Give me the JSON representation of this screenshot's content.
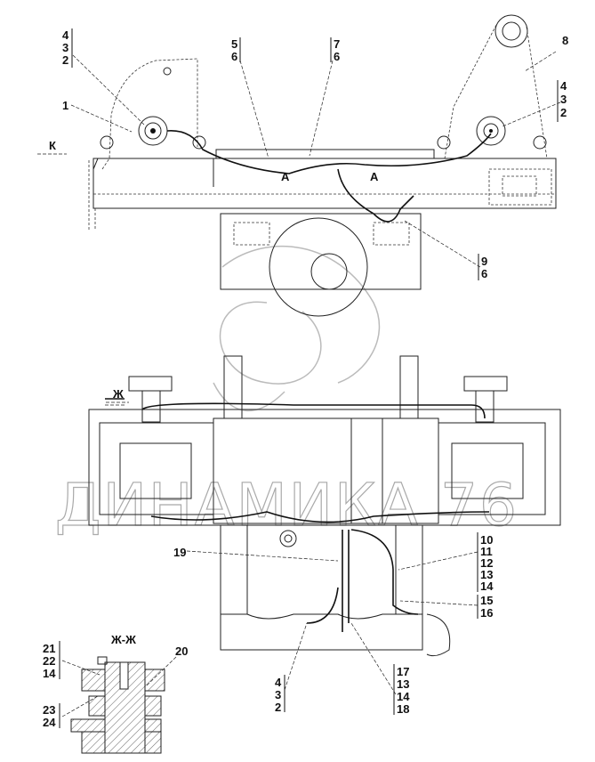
{
  "title": "Assembly drawing with callouts",
  "callouts": {
    "top_left_stack": [
      "4",
      "3",
      "2"
    ],
    "part_1": "1",
    "stack_5_6": [
      "5",
      "6"
    ],
    "stack_7_6": [
      "7",
      "6"
    ],
    "part_8": "8",
    "top_right_stack": [
      "4",
      "3",
      "2"
    ],
    "view_k": "К",
    "section_a_left": "А",
    "section_a_right": "А",
    "stack_9_6": [
      "9",
      "6"
    ],
    "view_zh": "Ж",
    "part_19": "19",
    "stack_10_14": [
      "10",
      "11",
      "12",
      "13",
      "14"
    ],
    "stack_15_16": [
      "15",
      "16"
    ],
    "section_zh_title": "Ж-Ж",
    "stack_21_22_14": [
      "21",
      "22",
      "14"
    ],
    "part_20": "20",
    "stack_23_24": [
      "23",
      "24"
    ],
    "bottom_stack": [
      "4",
      "3",
      "2"
    ],
    "stack_17_18": [
      "17",
      "13",
      "14",
      "18"
    ]
  },
  "watermark": "ДИНАМИКА 76"
}
